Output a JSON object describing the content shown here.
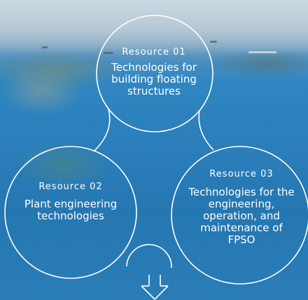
{
  "resources": [
    {
      "kicker": "Resource 01",
      "title": "Technologies for building floating structures"
    },
    {
      "kicker": "Resource 02",
      "title": "Plant engineering technologies"
    },
    {
      "kicker": "Resource 03",
      "title": "Technologies for the engineering, operation, and maintenance of FPSO"
    }
  ],
  "colors": {
    "ring": "#ffffff",
    "text": "#ffffff"
  },
  "icons": {
    "arrow": "down-arrow-icon"
  }
}
